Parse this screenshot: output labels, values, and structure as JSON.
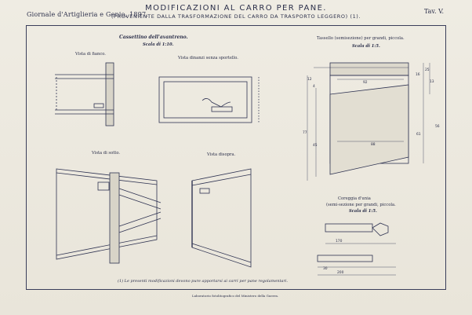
{
  "header": {
    "journal": "Giornale d'Artiglieria e Genio, 1897.",
    "title": "MODIFICAZIONI AL CARRO PER PANE.",
    "subtitle": "(PROVENIENTE DALLA TRASFORMAZIONE DEL CARRO DA TRASPORTO LEGGERO) (1).",
    "plate": "Tav. V."
  },
  "cassettino": {
    "title": "Cassettino dell'avantreno.",
    "scale": "Scala di 1:10.",
    "view_side": "Vista di fianco.",
    "view_front": "Vista dinanzi senza sportello.",
    "view_below": "Vista di sotto.",
    "view_above": "Vista disopra."
  },
  "tassello": {
    "title": "Tassello (semisezione) per grandi, piccola.",
    "scale": "Scala di 1:5."
  },
  "coreggia": {
    "title1": "Coreggia d'unia",
    "title2": "(semi-sezione per grandi, piccola.",
    "scale": "Scala di 1:5."
  },
  "dimensions": {
    "d_12": "12",
    "d_4": "4",
    "d_92": "92",
    "d_77": "77",
    "d_45": "45",
    "d_88": "88",
    "d_25": "25",
    "d_61": "61",
    "d_16": "16",
    "d_56": "56",
    "d_13": "13",
    "d_170": "170",
    "d_200": "200",
    "d_30": "30"
  },
  "footnote": "(1) Le presenti modificazioni devono pure apportarsi ai carri per pane regolamentari.",
  "imprint": "Laboratorio fotolitografico del Ministero della Guerra."
}
